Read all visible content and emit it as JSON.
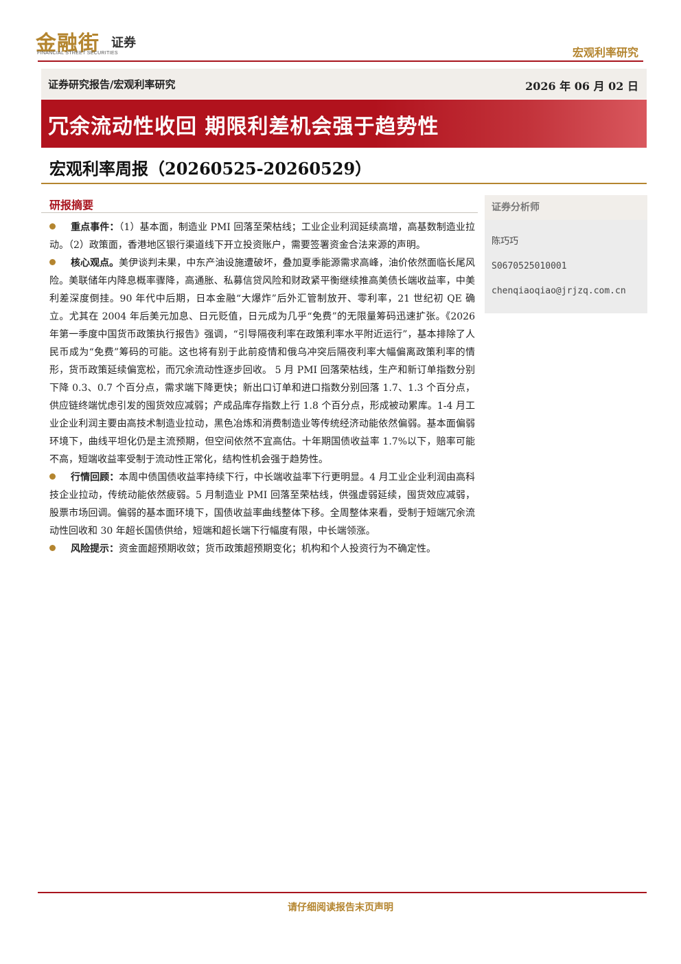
{
  "header": {
    "logo_cn": "金融街",
    "logo_sub": "证券",
    "logo_en": "FINANCIAL STREET SECURITIES",
    "section": "宏观利率研究"
  },
  "subheader": {
    "category": "证券研究报告/宏观利率研究",
    "date": "2026 年 06 月 02 日"
  },
  "title": "冗余流动性收回  期限利差机会强于趋势性",
  "report_title": "宏观利率周报（20260525-20260529）",
  "abstract": {
    "heading": "研报摘要",
    "points": [
      {
        "label": "重点事件：",
        "text": "（1）基本面，制造业 PMI 回落至荣枯线；工业企业利润延续高增，高基数制造业拉动。（2）政策面，香港地区银行渠道线下开立投资账户，需要签署资金合法来源的声明。"
      },
      {
        "label": "核心观点。",
        "text": "美伊谈判未果，中东产油设施遭破坏，叠加夏季能源需求高峰，油价依然面临长尾风险。美联储年内降息概率骤降，高通胀、私募信贷风险和财政紧平衡继续推高美债长端收益率，中美利差深度倒挂。90 年代中后期，日本金融“大爆炸”后外汇管制放开、零利率，21 世纪初 QE 确立。尤其在 2004 年后美元加息、日元贬值，日元成为几乎“免费”的无限量筹码迅速扩张。《2026 年第一季度中国货币政策执行报告》强调，“引导隔夜利率在政策利率水平附近运行”，基本排除了人民币成为“免费”筹码的可能。这也将有别于此前疫情和俄乌冲突后隔夜利率大幅偏离政策利率的情形，货币政策延续偏宽松，而冗余流动性逐步回收。 5 月 PMI 回落荣枯线，生产和新订单指数分别下降 0.3、0.7 个百分点，需求端下降更快；新出口订单和进口指数分别回落 1.7、1.3 个百分点，供应链终端忧虑引发的囤货效应减弱；产成品库存指数上行 1.8 个百分点，形成被动累库。1-4 月工业企业利润主要由高技术制造业拉动，黑色冶炼和消费制造业等传统经济动能依然偏弱。基本面偏弱环境下，曲线平坦化仍是主流预期，但空间依然不宜高估。十年期国债收益率 1.7%以下，赔率可能不高，短端收益率受制于流动性正常化，结构性机会强于趋势性。"
      },
      {
        "label": "行情回顾：",
        "text": "本周中债国债收益率持续下行，中长端收益率下行更明显。4 月工业企业利润由高科技企业拉动，传统动能依然疲弱。5 月制造业 PMI 回落至荣枯线，供强虚弱延续，囤货效应减弱，股票市场回调。偏弱的基本面环境下，国债收益率曲线整体下移。全周整体来看，受制于短端冗余流动性回收和 30 年超长国债供给，短端和超长端下行幅度有限，中长端领涨。"
      },
      {
        "label": "风险提示：",
        "text": "资金面超预期收敛；货币政策超预期变化；机构和个人投资行为不确定性。"
      }
    ]
  },
  "analyst": {
    "heading": "证券分析师",
    "name": "陈巧巧",
    "license": "S0670525010001",
    "email": "chenqiaoqiao@jrjzq.com.cn"
  },
  "footer": "请仔细阅读报告末页声明",
  "colors": {
    "brand_red": "#a8141e",
    "brand_gold": "#b4852f"
  }
}
